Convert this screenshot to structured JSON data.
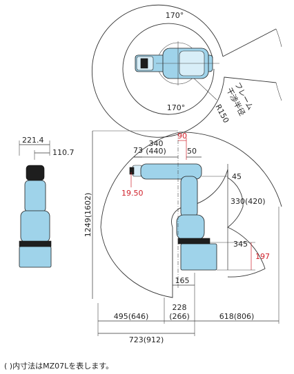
{
  "top_view": {
    "angle_top": "170°",
    "angle_bottom": "170°",
    "frame_label": "フレーム",
    "radius_label_a": "干渉半径",
    "radius_label_b": "R150"
  },
  "front_view": {
    "width": "221.4",
    "offset": "110.7"
  },
  "side_view": {
    "d340": "340",
    "d440": "(440)",
    "d90": "90",
    "d73": "73",
    "d50": "50",
    "d45": "45",
    "d1950": "19.50",
    "d330": "330(420)",
    "d1249": "1249(1602)",
    "d345": "345",
    "d197": "197",
    "d165": "165",
    "d228": "228",
    "d266": "(266)",
    "d495": "495(646)",
    "d618": "618(806)",
    "d723": "723(912)"
  },
  "footnote": "( )内寸法はMZ07Lを表します。"
}
